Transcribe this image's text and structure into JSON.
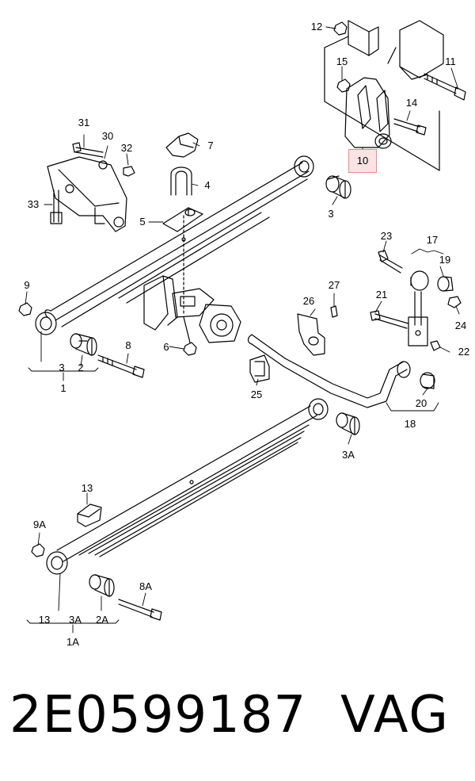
{
  "callouts": {
    "c12": "12",
    "c15": "15",
    "c11": "11",
    "c14": "14",
    "c10": "10",
    "c31": "31",
    "c30": "30",
    "c32": "32",
    "c7": "7",
    "c4": "4",
    "c33": "33",
    "c5": "5",
    "c3_right": "3",
    "c9": "9",
    "c23": "23",
    "c17": "17",
    "c19": "19",
    "c27": "27",
    "c26": "26",
    "c21": "21",
    "c24": "24",
    "c8": "8",
    "c6": "6",
    "c22": "22",
    "c3_group": "3",
    "c2": "2",
    "c1": "1",
    "c25": "25",
    "c20": "20",
    "c18": "18",
    "c3A_right": "3A",
    "c13": "13",
    "c9A": "9A",
    "c8A": "8A",
    "c13_group": "13",
    "c3A_group": "3A",
    "c2A": "2A",
    "c1A": "1A"
  },
  "footer": {
    "part_number": "2E0599187",
    "brand": "VAG"
  },
  "colors": {
    "line": "#000000",
    "highlight_fill": "#fbe3e3",
    "highlight_border": "#e88a8a"
  }
}
